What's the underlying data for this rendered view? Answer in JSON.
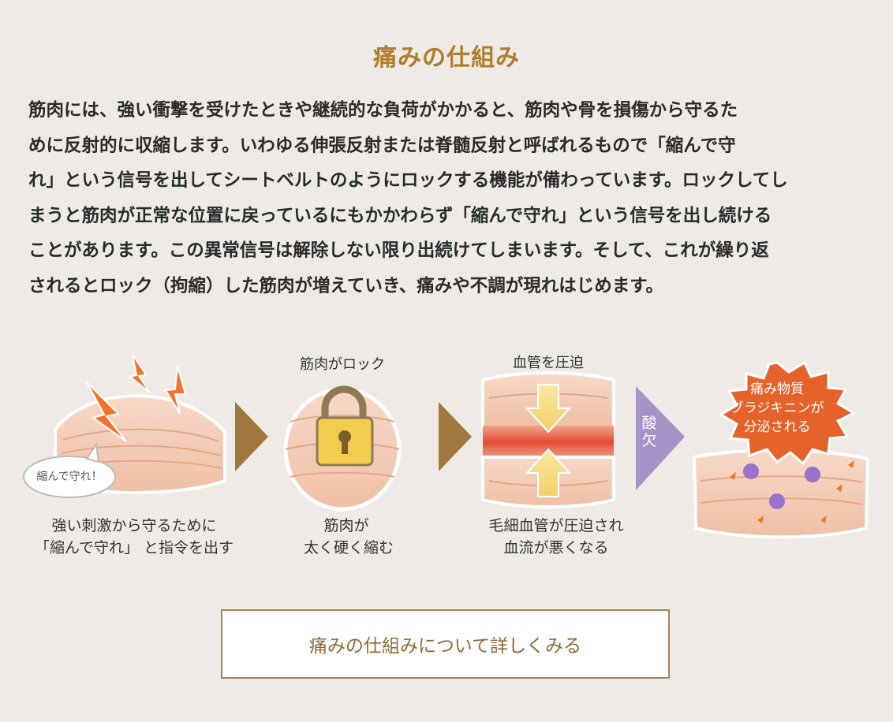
{
  "section": {
    "title": "痛みの仕組み",
    "paragraph_lines": [
      "筋肉には、強い衝撃を受けたときや継続的な負荷がかかると、筋肉や骨を損傷から守るた",
      "めに反射的に収縮します。いわゆる伸張反射または脊髄反射と呼ばれるもので「縮んで守",
      "れ」という信号を出してシートベルトのようにロックする機能が備わっています。ロックしてし",
      "まうと筋肉が正常な位置に戻っているにもかかわらず「縮んで守れ」という信号を出し続ける",
      "ことがあります。この異常信号は解除しない限り出続けてしまいます。そして、これが繰り返",
      "されるとロック（拘縮）した筋肉が増えていき、痛みや不調が現れはじめます。"
    ]
  },
  "diagram": {
    "step1": {
      "bubble": "縮んで守れ！",
      "caption_lines": [
        "強い刺激から守るために",
        "「縮んで守れ」 と指令を出す"
      ]
    },
    "step2": {
      "heading": "筋肉がロック",
      "caption_lines": [
        "筋肉が",
        "太く硬く縮む"
      ]
    },
    "step3": {
      "heading": "血管を圧迫",
      "caption_lines": [
        "毛細血管が圧迫され",
        "血流が悪くなる"
      ]
    },
    "arrow_label": [
      "酸",
      "欠"
    ],
    "step4": {
      "burst_lines": [
        "痛み物質",
        "ブラジキニンが",
        "分泌される"
      ]
    }
  },
  "cta": {
    "label": "痛みの仕組みについて詳しくみる"
  },
  "colors": {
    "background": "#eeebe6",
    "title": "#b07d2d",
    "muscle": "#f4cdb8",
    "arrow_brown": "#a0773f",
    "arrow_purple": "#a792c8",
    "burst_orange": "#e5622a",
    "cta_border": "#a88456",
    "cta_text": "#8e6a35"
  }
}
